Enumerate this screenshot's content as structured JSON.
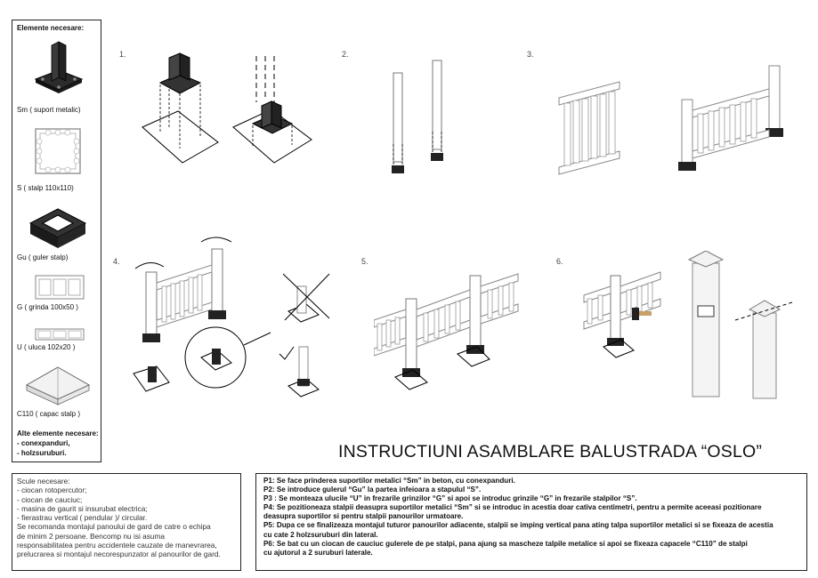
{
  "parts": {
    "title": "Elemente necesare:",
    "items": [
      {
        "label": "Sm ( suport metalic)",
        "icon": "metal-support-icon"
      },
      {
        "label": "S ( stalp 110x110)",
        "icon": "post-profile-icon"
      },
      {
        "label": "Gu ( guler stalp)",
        "icon": "post-collar-icon"
      },
      {
        "label": "G ( grinda 100x50 )",
        "icon": "beam-profile-icon"
      },
      {
        "label": "U ( uluca 102x20 )",
        "icon": "picket-profile-icon"
      },
      {
        "label": "C110 ( capac stalp )",
        "icon": "post-cap-icon"
      }
    ],
    "other_title": "Alte elemente necesare:",
    "other_items": [
      "-  conexpanduri,",
      "-  holzsuruburi."
    ]
  },
  "steps": [
    "1.",
    "2.",
    "3.",
    "4.",
    "5.",
    "6."
  ],
  "title": "INSTRUCTIUNI ASAMBLARE BALUSTRADA “OSLO”",
  "tools": {
    "lines": [
      "Scule necesare:",
      "- ciocan rotopercutor;",
      "- ciocan de cauciuc;",
      "- masina de gaurit si insurubat electrica;",
      "- fierastrau vertical ( pendular )/ circular.",
      "Se recomanda montajul panoului de gard de catre o echipa",
      "de minim 2 persoane. Bencomp nu isi asuma",
      "responsabilitatea pentru accidentele cauzate de manevrarea,",
      "prelucrarea si montajul necorespunzator al panourilor de gard."
    ]
  },
  "instructions": {
    "lines": [
      "P1: Se face prinderea suportilor metalici “Sm” in beton, cu conexpanduri.",
      "P2: Se introduce gulerul “Gu” la partea infeioara a stapulul “S”.",
      "P3 : Se monteaza ulucile “U”  in frezarile grinzilor “G” si apoi se introduc grinzile “G” in frezarile stalpilor “S”.",
      "P4: Se pozitioneaza stalpii deasupra suportilor metalici “Sm” si se introduc in acestia doar cativa centimetri, pentru a permite aceeasi pozitionare",
      "deasupra suportilor si pentru stalpii panourilor urmatoare.",
      "P5: Dupa ce se finalizeaza montajul tuturor panourilor adiacente, stalpii se imping vertical pana ating talpa suportilor metalici si se fixeaza de acestia",
      "cu cate 2 holzsuruburi din lateral.",
      "P6: Se bat cu un ciocan de cauciuc gulerele de pe stalpi, pana ajung sa mascheze talpile metalice si apoi se fixeaza capacele “C110” de stalpi",
      "cu ajutorul a 2 suruburi laterale."
    ]
  }
}
